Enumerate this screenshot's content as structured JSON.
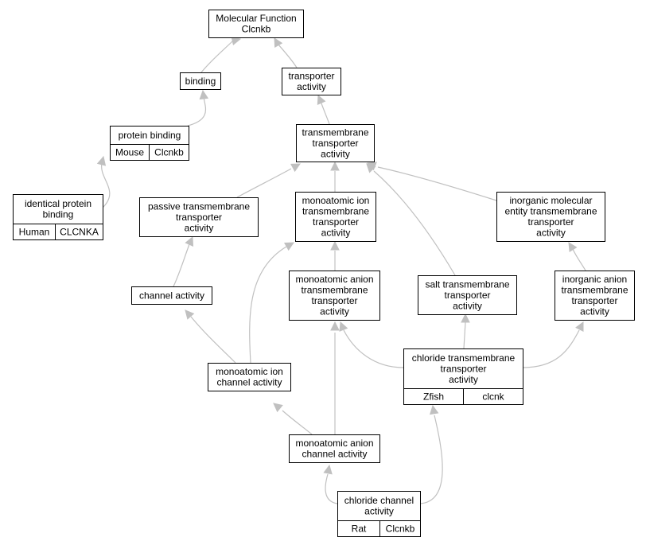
{
  "nodes": {
    "root": {
      "lines": [
        "Molecular Function",
        "Clcnkb"
      ]
    },
    "binding": {
      "lines": [
        "binding"
      ]
    },
    "transporter": {
      "lines": [
        "transporter",
        "activity"
      ]
    },
    "protein_binding": {
      "lines": [
        "protein binding"
      ],
      "species": "Mouse",
      "gene": "Clcnkb",
      "color": "#add8e6"
    },
    "tm_transporter": {
      "lines": [
        "transmembrane",
        "transporter",
        "activity"
      ]
    },
    "identical": {
      "lines": [
        "identical protein",
        "binding"
      ],
      "species": "Human",
      "gene": "CLCNKA",
      "color": "#ff6347"
    },
    "passive": {
      "lines": [
        "passive transmembrane",
        "transporter",
        "activity"
      ]
    },
    "mono_ion_tm": {
      "lines": [
        "monoatomic ion",
        "transmembrane",
        "transporter",
        "activity"
      ]
    },
    "inorganic_mol": {
      "lines": [
        "inorganic molecular",
        "entity transmembrane",
        "transporter",
        "activity"
      ]
    },
    "channel": {
      "lines": [
        "channel activity"
      ]
    },
    "mono_anion_tm": {
      "lines": [
        "monoatomic anion",
        "transmembrane",
        "transporter",
        "activity"
      ]
    },
    "salt": {
      "lines": [
        "salt transmembrane",
        "transporter",
        "activity"
      ]
    },
    "inorganic_anion": {
      "lines": [
        "inorganic anion",
        "transmembrane",
        "transporter",
        "activity"
      ]
    },
    "mono_ion_channel": {
      "lines": [
        "monoatomic ion",
        "channel activity"
      ]
    },
    "chloride_tm": {
      "lines": [
        "chloride transmembrane",
        "transporter",
        "activity"
      ],
      "species": "Zfish",
      "gene": "clcnk",
      "color": "#6495ed"
    },
    "mono_anion_channel": {
      "lines": [
        "monoatomic anion",
        "channel activity"
      ]
    },
    "chloride_channel": {
      "lines": [
        "chloride channel",
        "activity"
      ],
      "species": "Rat",
      "gene": "Clcnkb",
      "color": "#ffd700"
    }
  },
  "edges": [
    [
      "binding",
      "root"
    ],
    [
      "transporter",
      "root"
    ],
    [
      "protein_binding",
      "binding"
    ],
    [
      "tm_transporter",
      "transporter"
    ],
    [
      "identical",
      "protein_binding"
    ],
    [
      "passive",
      "tm_transporter"
    ],
    [
      "mono_ion_tm",
      "tm_transporter"
    ],
    [
      "inorganic_mol",
      "tm_transporter"
    ],
    [
      "salt",
      "tm_transporter"
    ],
    [
      "channel",
      "passive"
    ],
    [
      "mono_anion_tm",
      "mono_ion_tm"
    ],
    [
      "mono_ion_channel",
      "mono_ion_tm"
    ],
    [
      "inorganic_anion",
      "inorganic_mol"
    ],
    [
      "mono_ion_channel",
      "channel"
    ],
    [
      "chloride_tm",
      "salt"
    ],
    [
      "chloride_tm",
      "mono_anion_tm"
    ],
    [
      "chloride_tm",
      "inorganic_anion"
    ],
    [
      "mono_anion_channel",
      "mono_ion_channel"
    ],
    [
      "mono_anion_channel",
      "mono_anion_tm"
    ],
    [
      "chloride_channel",
      "mono_anion_channel"
    ],
    [
      "chloride_channel",
      "chloride_tm"
    ]
  ]
}
